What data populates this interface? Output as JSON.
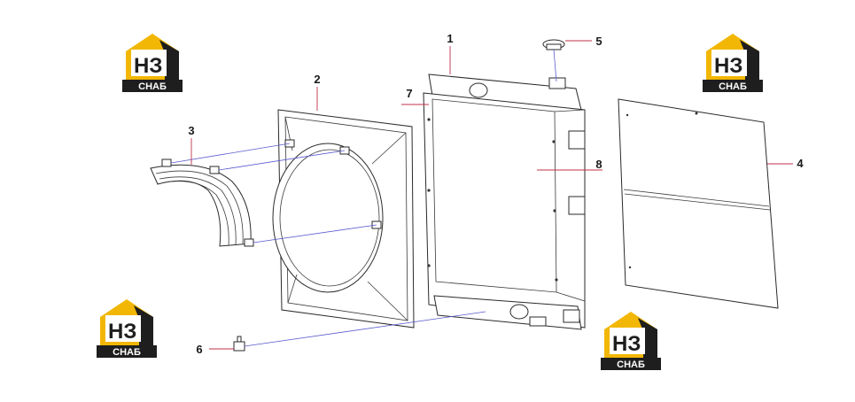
{
  "diagram": {
    "callouts": [
      {
        "id": "callout-1",
        "label": "1"
      },
      {
        "id": "callout-2",
        "label": "2"
      },
      {
        "id": "callout-3",
        "label": "3"
      },
      {
        "id": "callout-4",
        "label": "4"
      },
      {
        "id": "callout-5",
        "label": "5"
      },
      {
        "id": "callout-6",
        "label": "6"
      },
      {
        "id": "callout-7",
        "label": "7"
      },
      {
        "id": "callout-8",
        "label": "8"
      }
    ],
    "logos": [
      {
        "id": "logo-top-left",
        "mark": "НЗ",
        "caption": "СНАБ"
      },
      {
        "id": "logo-top-right",
        "mark": "НЗ",
        "caption": "СНАБ"
      },
      {
        "id": "logo-bottom-left",
        "mark": "НЗ",
        "caption": "СНАБ"
      },
      {
        "id": "logo-bottom-right",
        "mark": "НЗ",
        "caption": "СНАБ"
      }
    ],
    "colors": {
      "leader_line": "#c0304a",
      "assembly_line": "#5a5ad0",
      "logo_accent": "#f2b705",
      "logo_dark": "#1e1e1e",
      "outline": "#2a2a2a"
    }
  }
}
